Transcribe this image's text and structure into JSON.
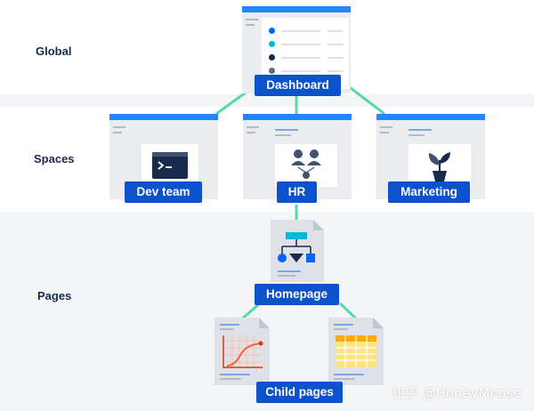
{
  "tiers": {
    "global": "Global",
    "spaces": "Spaces",
    "pages": "Pages"
  },
  "nodes": {
    "dashboard": "Dashboard",
    "dev_team": "Dev team",
    "hr": "HR",
    "marketing": "Marketing",
    "homepage": "Homepage",
    "child_pages": "Child pages"
  },
  "dashboard_status_colors": [
    "#0065ff",
    "#00b8d9",
    "#172b4d",
    "#5e6c84"
  ],
  "colors": {
    "connector": "#57d9a3",
    "label_bg": "#0b52cc",
    "panel_bar": "#2684ff",
    "tier_text": "#172b4d"
  },
  "icons": {
    "dev_team": "terminal-icon",
    "hr": "org-chart-icon",
    "marketing": "plant-icon",
    "homepage": "flowchart-icon",
    "child_chart": "line-chart-icon",
    "child_table": "table-icon"
  },
  "watermark": "知乎 @HoneyMoose"
}
